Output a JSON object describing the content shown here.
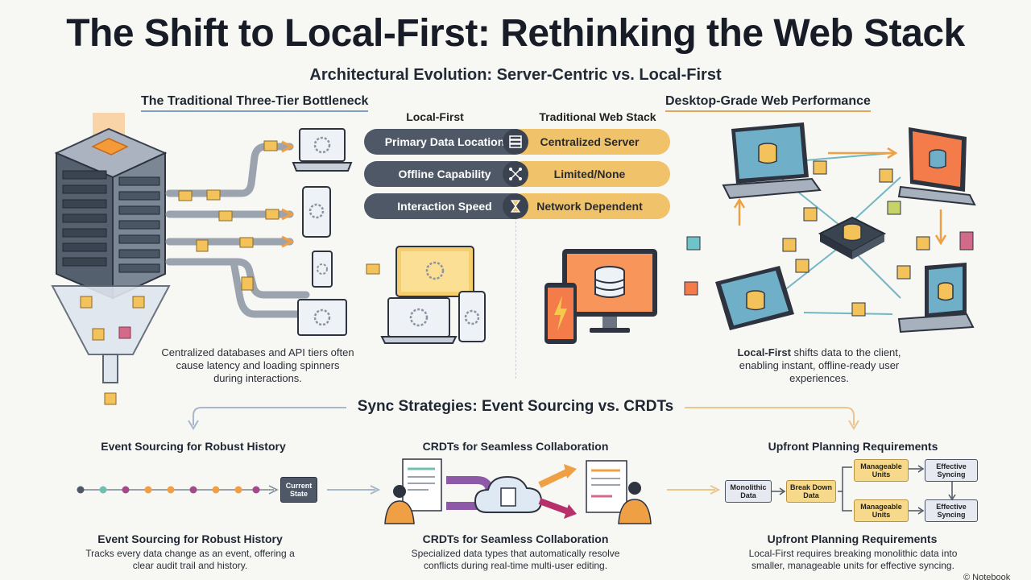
{
  "title": "The Shift to Local-First: Rethinking the Web Stack",
  "subtitle": "Architectural Evolution: Server-Centric vs. Local-First",
  "left_section": {
    "heading": "The Traditional Three-Tier Bottleneck",
    "caption": "Centralized databases and API tiers often cause latency and loading spinners during interactions."
  },
  "right_section": {
    "heading": "Desktop-Grade Web Performance",
    "caption_bold": "Local-First",
    "caption_rest": " shifts data to the client, enabling instant, offline-ready user experiences."
  },
  "comparison": {
    "left_label": "Local-First",
    "right_label": "Traditional Web Stack",
    "rows": [
      {
        "left": "Primary Data Location",
        "icon": "server-icon",
        "right": "Centralized Server"
      },
      {
        "left": "Offline Capability",
        "icon": "network-icon",
        "right": "Limited/None"
      },
      {
        "left": "Interaction Speed",
        "icon": "hourglass-icon",
        "right": "Network Dependent"
      }
    ]
  },
  "sync": {
    "heading": "Sync Strategies: Event Sourcing vs. CRDTs",
    "event_sourcing": {
      "heading": "Event Sourcing for Robust History",
      "current_state": "Current State",
      "title": "Event Sourcing for Robust History",
      "text": "Tracks every data change as an event, offering a clear audit trail and history."
    },
    "crdt": {
      "heading": "CRDTs for Seamless Collaboration",
      "title": "CRDTs for Seamless Collaboration",
      "text": "Specialized data types that automatically resolve conflicts during real-time multi-user editing."
    },
    "planning": {
      "heading": "Upfront Planning Requirements",
      "monolithic": "Monolithic Data",
      "break_down": "Break Down Data",
      "manageable_1": "Manageable Units",
      "manageable_2": "Manageable Units",
      "effective_1": "Effective Syncing",
      "effective_2": "Effective Syncing",
      "title": "Upfront Planning Requirements",
      "text": "Local-First requires breaking monolithic data into smaller, manageable units for effective syncing."
    }
  },
  "watermark": "© Notebook",
  "colors": {
    "slate": "#4e5866",
    "amber": "#f0c36a",
    "accent_orange": "#f07a2c",
    "accent_blue": "#7da0c4"
  }
}
